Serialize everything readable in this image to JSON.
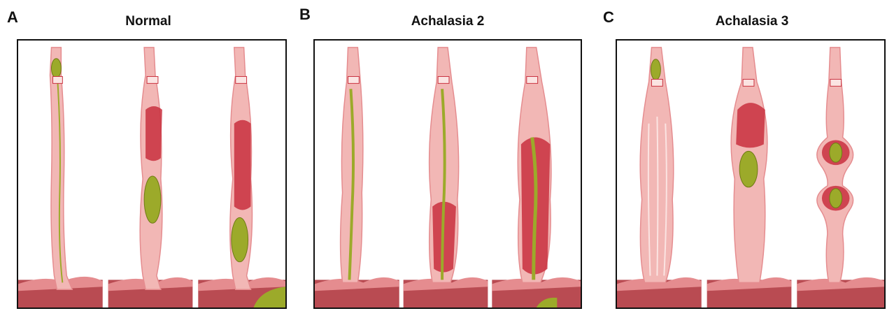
{
  "panels": [
    {
      "letter": "A",
      "title": "Normal",
      "stages": [
        {
          "label_icon": "esophagus-bolus-top-icon"
        },
        {
          "label_icon": "esophagus-bolus-mid-icon"
        },
        {
          "label_icon": "esophagus-bolus-low-icon"
        }
      ]
    },
    {
      "letter": "B",
      "title": "Achalasia 2",
      "stages": [
        {
          "label_icon": "esophagus-pressurized-icon"
        },
        {
          "label_icon": "esophagus-pressurized-icon"
        },
        {
          "label_icon": "esophagus-pressurized-icon"
        }
      ]
    },
    {
      "letter": "C",
      "title": "Achalasia 3",
      "stages": [
        {
          "label_icon": "esophagus-bolus-top-icon"
        },
        {
          "label_icon": "esophagus-spasm-icon"
        },
        {
          "label_icon": "esophagus-spasm-double-icon"
        }
      ]
    }
  ],
  "colors": {
    "tissue_light": "#f2b7b5",
    "tissue_mid": "#e58c8f",
    "muscle_dark": "#c9303e",
    "lumen_line": "#fbe4e2",
    "bolus": "#9caa2a",
    "bolus_light": "#c9d25e",
    "stomach": "#b94b52"
  }
}
